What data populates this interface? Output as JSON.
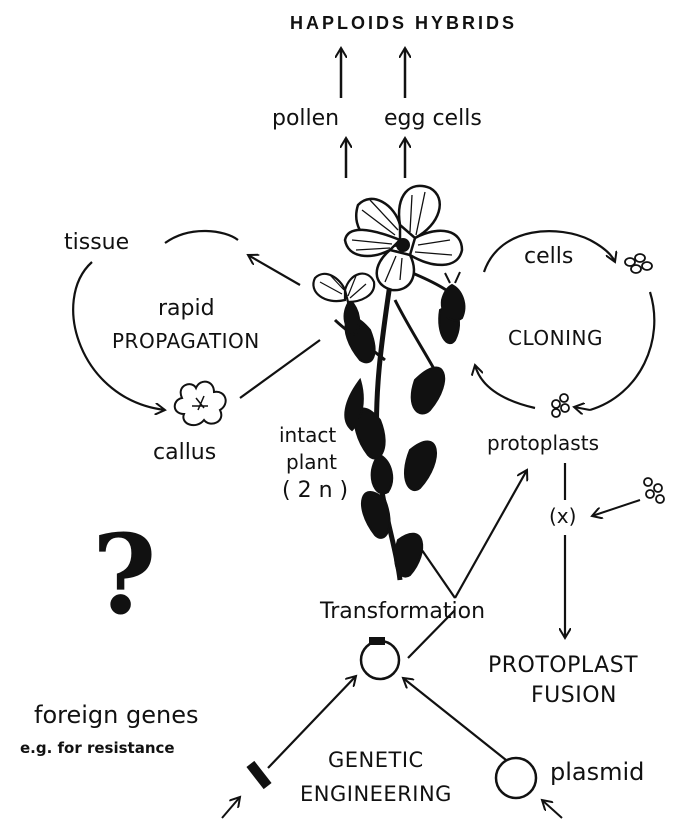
{
  "diagram": {
    "top_title": "HAPLOIDS HYBRIDS",
    "pollen": "pollen",
    "egg_cells": "egg cells",
    "tissue": "tissue",
    "rapid": "rapid",
    "propagation": "PROPAGATION",
    "callus": "callus",
    "intact": "intact",
    "plant": "plant",
    "ploidy": "( 2 n )",
    "cells": "cells",
    "cloning": "CLONING",
    "protoplasts": "protoplasts",
    "x_mark": "(x)",
    "transformation": "Transformation",
    "protoplast": "PROTOPLAST",
    "fusion": "FUSION",
    "foreign_genes": "foreign genes",
    "eg_resistance": "e.g. for resistance",
    "genetic": "GENETIC",
    "engineering": "ENGINEERING",
    "plasmid": "plasmid",
    "question_mark": "?"
  }
}
